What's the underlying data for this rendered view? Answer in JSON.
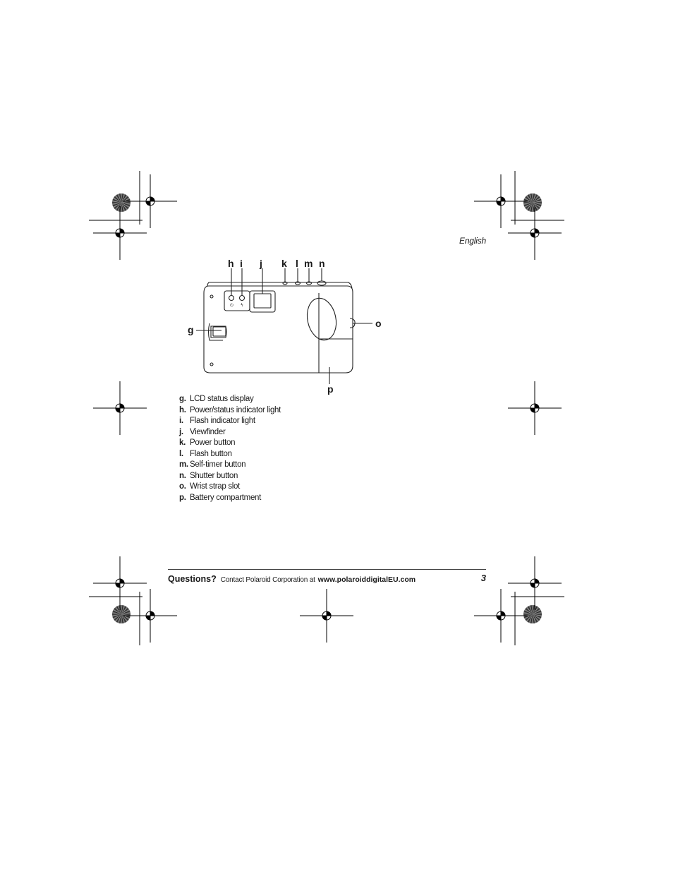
{
  "header": {
    "language": "English"
  },
  "diagram": {
    "callouts": {
      "h": "h",
      "i": "i",
      "j": "j",
      "k": "k",
      "l": "l",
      "m": "m",
      "n": "n",
      "o": "o",
      "g": "g",
      "p": "p"
    }
  },
  "parts": [
    {
      "letter": "g.",
      "text": "LCD status display"
    },
    {
      "letter": "h.",
      "text": "Power/status indicator light"
    },
    {
      "letter": "i.",
      "text": "Flash indicator light"
    },
    {
      "letter": "j.",
      "text": "Viewfinder"
    },
    {
      "letter": "k.",
      "text": "Power button"
    },
    {
      "letter": "l.",
      "text": "Flash button"
    },
    {
      "letter": "m.",
      "text": "Self-timer button"
    },
    {
      "letter": "n.",
      "text": "Shutter button"
    },
    {
      "letter": "o.",
      "text": "Wrist strap slot"
    },
    {
      "letter": "p.",
      "text": "Battery compartment"
    }
  ],
  "footer": {
    "questions": "Questions?",
    "contact": "Contact Polaroid Corporation at",
    "url": "www.polaroiddigitalEU.com",
    "page_number": "3"
  }
}
